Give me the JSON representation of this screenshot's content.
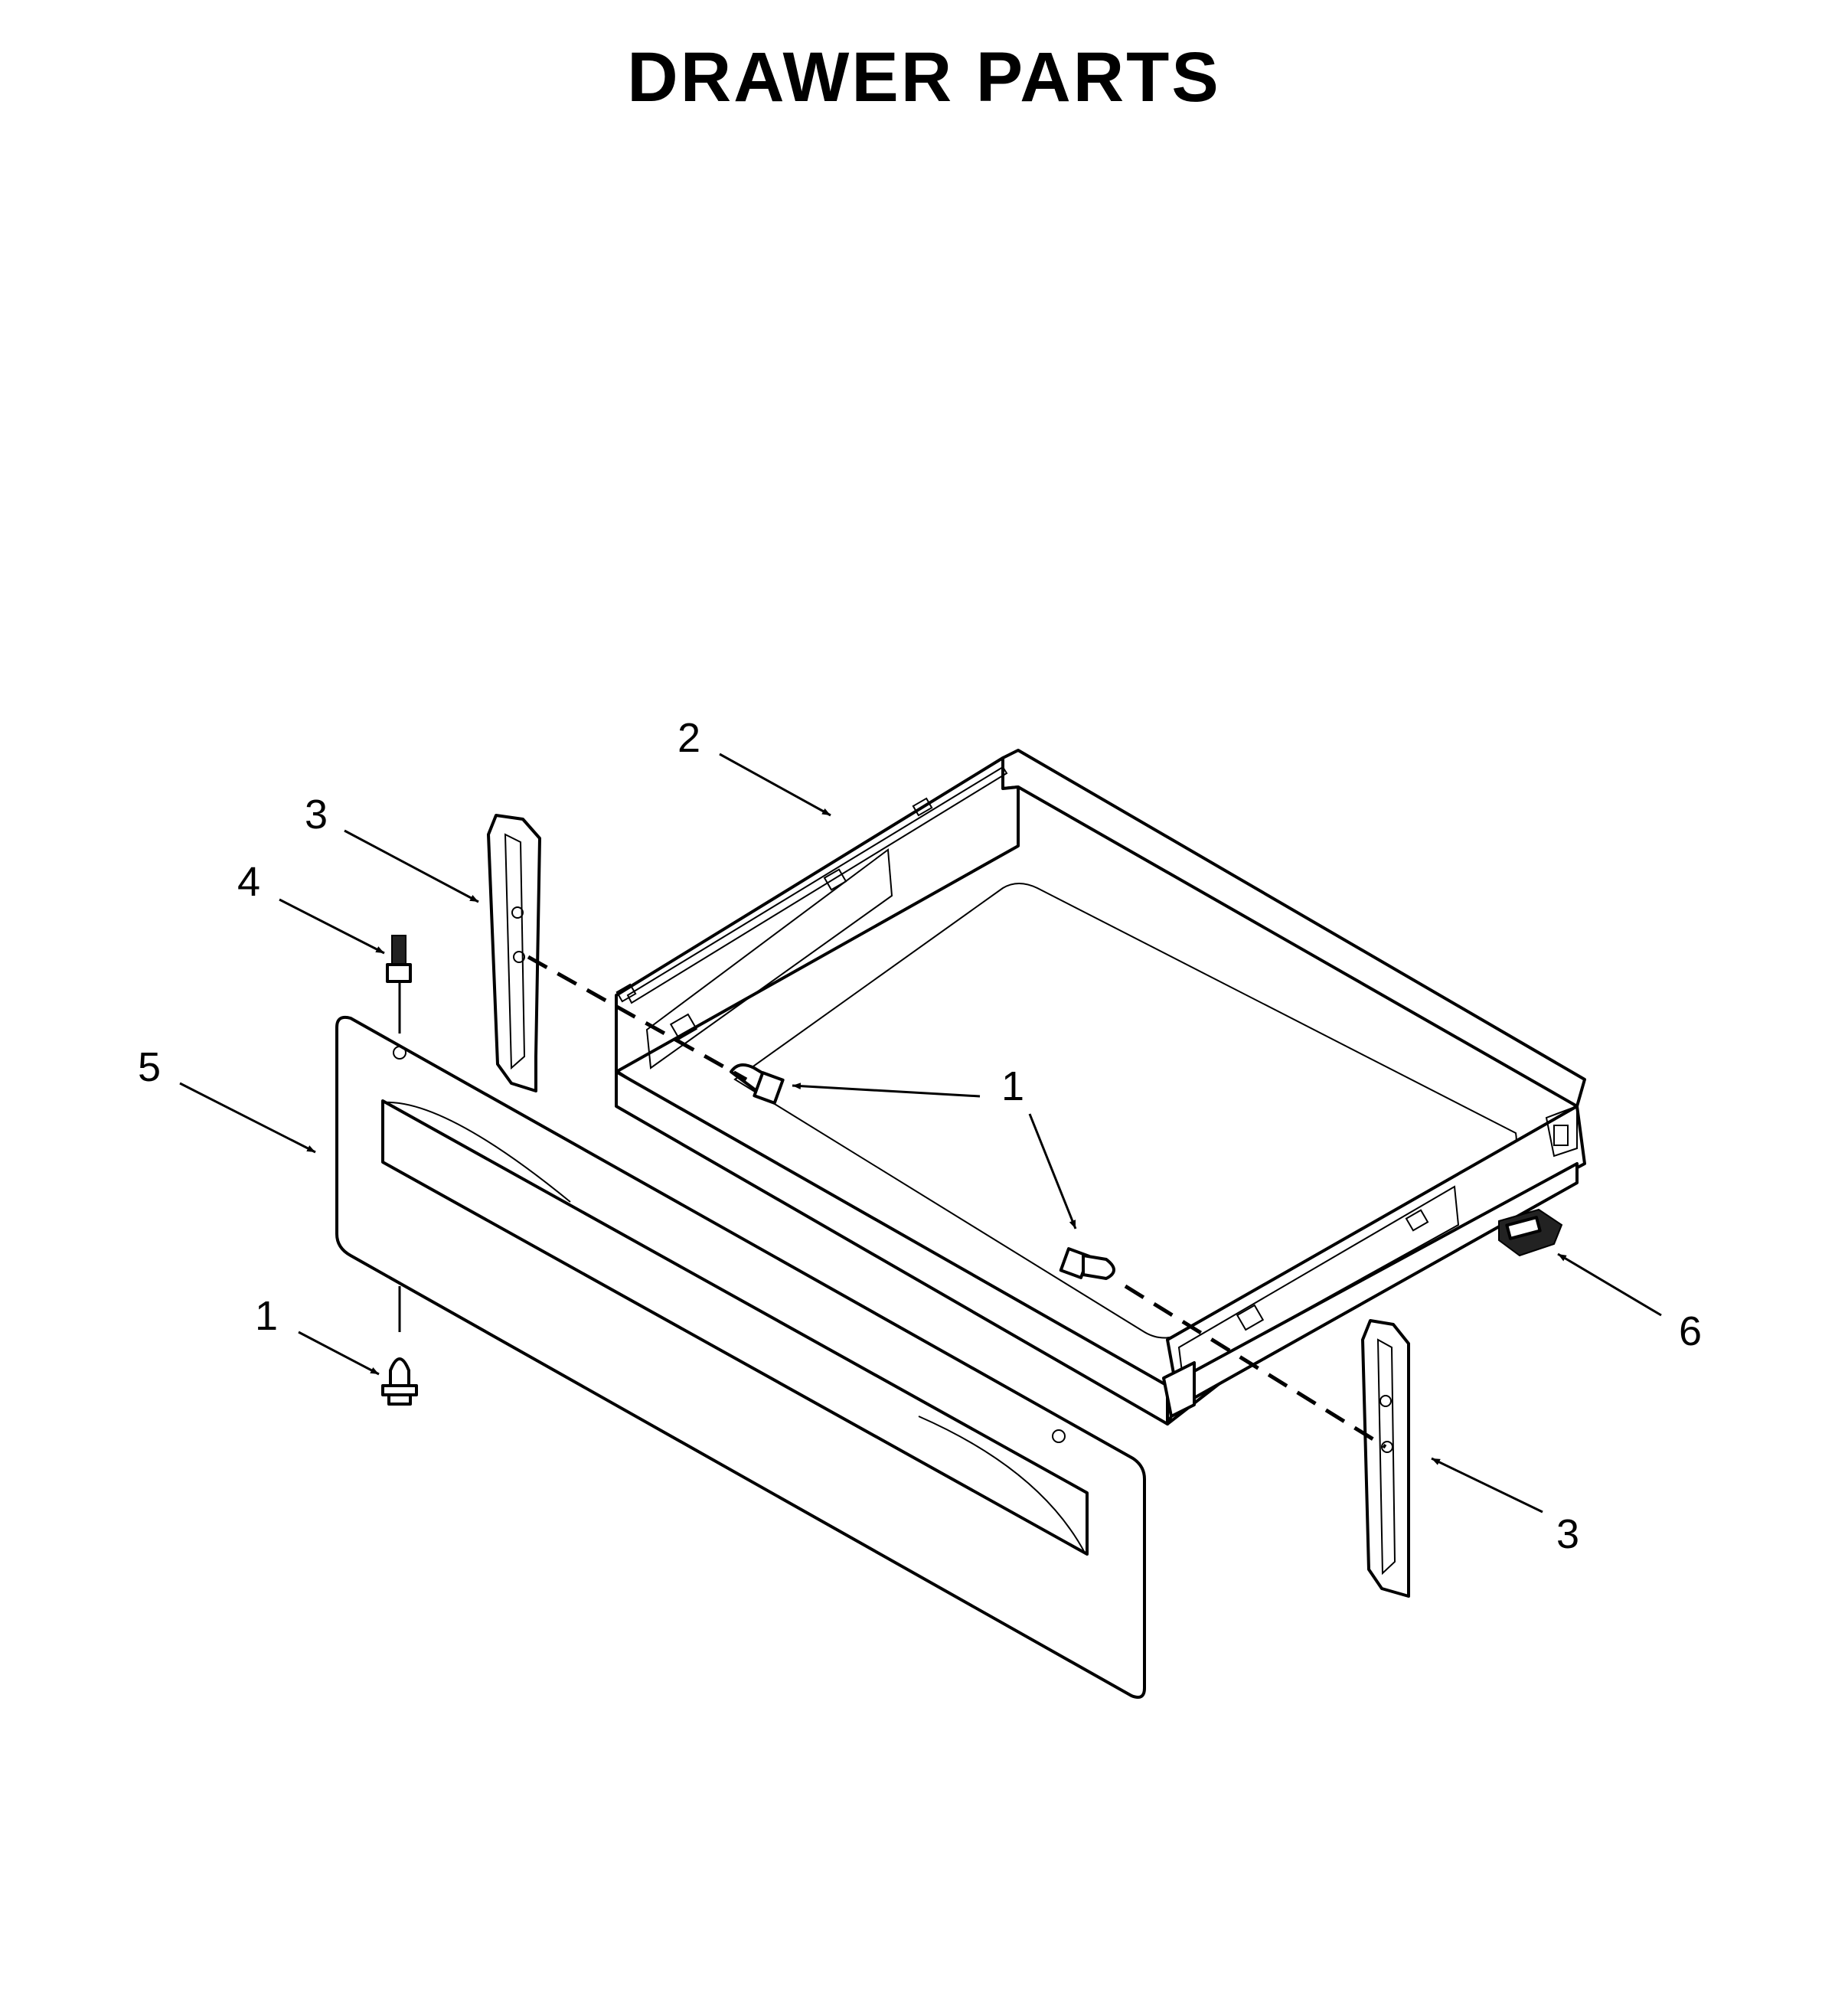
{
  "title": "DRAWER PARTS",
  "callouts": [
    {
      "id": "c-2",
      "label": "2"
    },
    {
      "id": "c-3a",
      "label": "3"
    },
    {
      "id": "c-4",
      "label": "4"
    },
    {
      "id": "c-5",
      "label": "5"
    },
    {
      "id": "c-1a",
      "label": "1"
    },
    {
      "id": "c-1b",
      "label": "1"
    },
    {
      "id": "c-6",
      "label": "6"
    },
    {
      "id": "c-3b",
      "label": "3"
    }
  ],
  "parts": [
    {
      "callout": "1",
      "name": "screw"
    },
    {
      "callout": "2",
      "name": "drawer-body"
    },
    {
      "callout": "3",
      "name": "drawer-glide-bracket"
    },
    {
      "callout": "4",
      "name": "drawer-stop"
    },
    {
      "callout": "5",
      "name": "drawer-front-panel"
    },
    {
      "callout": "6",
      "name": "drawer-clip"
    }
  ]
}
